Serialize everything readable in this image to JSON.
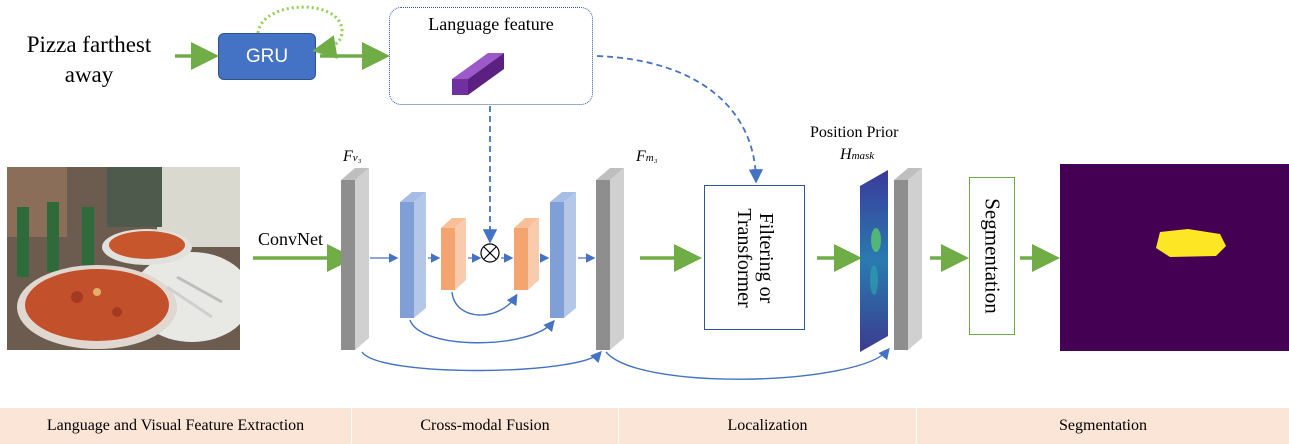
{
  "query_text": "Pizza farthest away",
  "gru_label": "GRU",
  "language_feature_label": "Language feature",
  "convnet_label": "ConvNet",
  "fv3_label": {
    "base": "F",
    "sub": "v₃"
  },
  "fm3_label": {
    "base": "F",
    "sub": "m₃"
  },
  "position_prior_label": "Position Prior",
  "hmask_label": {
    "base": "H",
    "sub": "mask"
  },
  "filter_label": "Filtering or Transformer",
  "segmentation_box_label": "Segmentation",
  "stages": [
    {
      "label": "Language and Visual Feature Extraction"
    },
    {
      "label": "Cross-modal Fusion"
    },
    {
      "label": "Localization"
    },
    {
      "label": "Segmentation"
    }
  ],
  "colors": {
    "green_arrow": "#70ad47",
    "blue_arrow": "#4472c4",
    "gru_fill": "#4472c4",
    "feature_blue": "#8faadc",
    "feature_orange": "#f4b183",
    "feature_gray": "#a6a6a6",
    "language_cube": "#7030a0",
    "stage_bar": "#fbe5d6",
    "mask_bg": "#440154",
    "mask_fg": "#fde725"
  }
}
